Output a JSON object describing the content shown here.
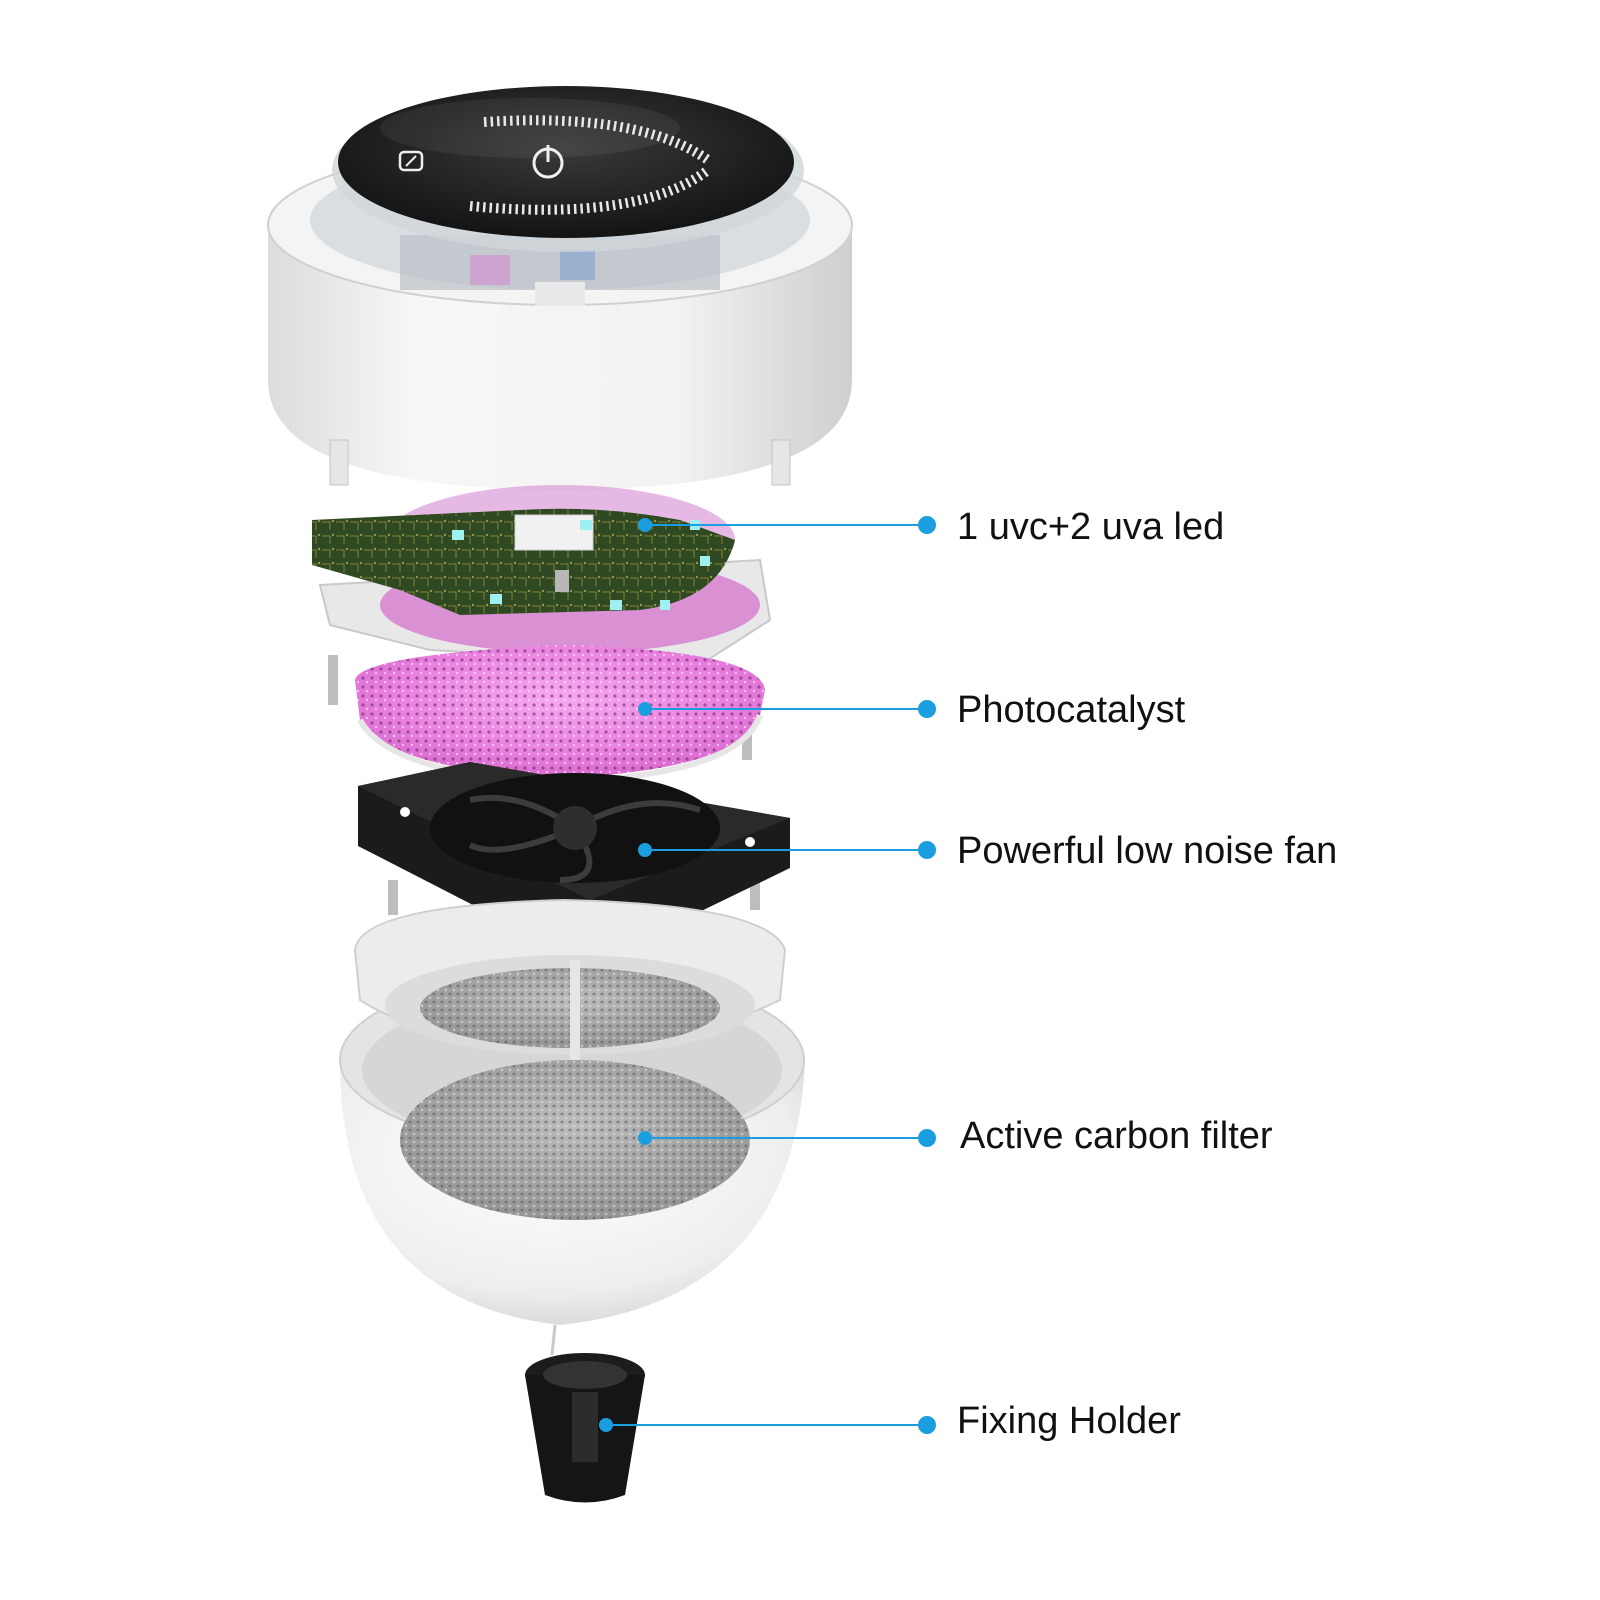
{
  "callout_color": "#1a9ee0",
  "callouts": [
    {
      "label": "1 uvc+2 uva led"
    },
    {
      "label": "Photocatalyst"
    },
    {
      "label": "Powerful low noise fan"
    },
    {
      "label": "Active carbon filter"
    },
    {
      "label": "Fixing Holder"
    }
  ]
}
